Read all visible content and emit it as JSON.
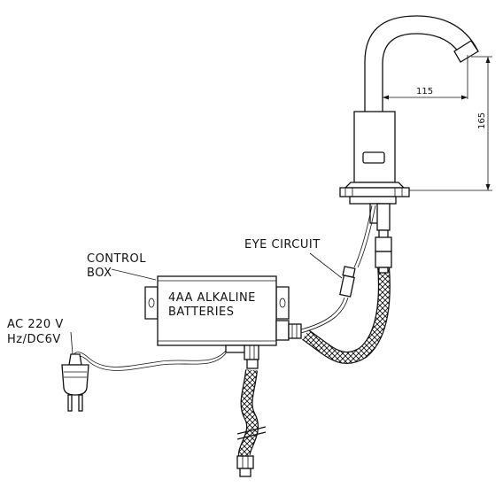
{
  "labels": {
    "control_box": "CONTROL BOX",
    "control_line1": "CONTROL",
    "control_line2": "BOX",
    "batteries_line1": "4AA ALKALINE",
    "batteries_line2": "BATTERIES",
    "eye_circuit": "EYE CIRCUIT",
    "power_line1": "AC 220 V",
    "power_line2": "Hz/DC6V"
  },
  "dimensions": {
    "spout_reach": "115",
    "spout_height": "165"
  }
}
